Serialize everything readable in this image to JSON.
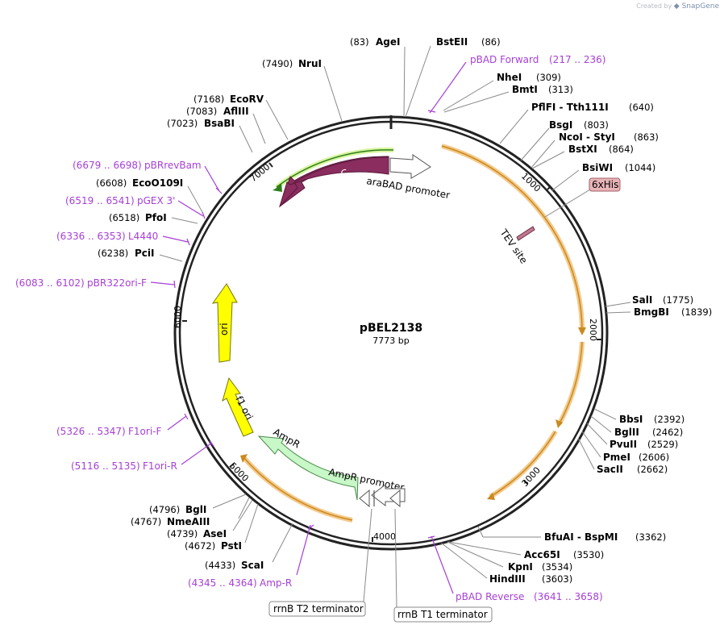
{
  "brand": {
    "created_by": "Created by",
    "product": "SnapGene"
  },
  "plasmid": {
    "name": "pBEL2138",
    "length": "7773 bp"
  },
  "ring_ticks": [
    "1000",
    "2000",
    "3000",
    "4000",
    "5000",
    "6000",
    "7000"
  ],
  "sites": [
    {
      "name": "AgeI",
      "pos": "(83)"
    },
    {
      "name": "BstEII",
      "pos": "(86)"
    },
    {
      "name": "NheI",
      "pos": "(309)"
    },
    {
      "name": "BmtI",
      "pos": "(313)"
    },
    {
      "name": "PflFI",
      "name2": "Tth111I",
      "pos": "(640)"
    },
    {
      "name": "BsgI",
      "pos": "(803)"
    },
    {
      "name": "NcoI",
      "name2": "StyI",
      "pos": "(863)"
    },
    {
      "name": "BstXI",
      "pos": "(864)"
    },
    {
      "name": "BsiWI",
      "pos": "(1044)"
    },
    {
      "name": "SalI",
      "pos": "(1775)"
    },
    {
      "name": "BmgBI",
      "pos": "(1839)"
    },
    {
      "name": "BbsI",
      "pos": "(2392)"
    },
    {
      "name": "BglII",
      "pos": "(2462)"
    },
    {
      "name": "PvuII",
      "pos": "(2529)"
    },
    {
      "name": "PmeI",
      "pos": "(2606)"
    },
    {
      "name": "SacII",
      "pos": "(2662)"
    },
    {
      "name": "BfuAI",
      "name2": "BspMI",
      "pos": "(3362)"
    },
    {
      "name": "Acc65I",
      "pos": "(3530)"
    },
    {
      "name": "KpnI",
      "pos": "(3534)"
    },
    {
      "name": "HindIII",
      "pos": "(3603)"
    },
    {
      "name": "ScaI",
      "pos": "(4433)"
    },
    {
      "name": "PstI",
      "pos": "(4672)"
    },
    {
      "name": "AseI",
      "pos": "(4739)"
    },
    {
      "name": "NmeAIII",
      "pos": "(4767)"
    },
    {
      "name": "BglI",
      "pos": "(4796)"
    },
    {
      "name": "PciI",
      "pos": "(6238)"
    },
    {
      "name": "PfoI",
      "pos": "(6518)"
    },
    {
      "name": "EcoO109I",
      "pos": "(6608)"
    },
    {
      "name": "BsaBI",
      "pos": "(7023)"
    },
    {
      "name": "AflIII",
      "pos": "(7083)"
    },
    {
      "name": "EcoRV",
      "pos": "(7168)"
    },
    {
      "name": "NruI",
      "pos": "(7490)"
    }
  ],
  "primers": [
    {
      "name": "pBAD Forward",
      "pos": "(217 .. 236)"
    },
    {
      "name": "pBAD Reverse",
      "pos": "(3641 .. 3658)"
    },
    {
      "name": "Amp-R",
      "pos": "(4345 .. 4364)"
    },
    {
      "name": "F1ori-R",
      "pos": "(5116 .. 5135)"
    },
    {
      "name": "F1ori-F",
      "pos": "(5326 .. 5347)"
    },
    {
      "name": "pBR322ori-F",
      "pos": "(6083 .. 6102)"
    },
    {
      "name": "L4440",
      "pos": "(6336 .. 6353)"
    },
    {
      "name": "pGEX 3'",
      "pos": "(6519 .. 6541)"
    },
    {
      "name": "pBRrevBam",
      "pos": "(6679 .. 6698)"
    }
  ],
  "features": {
    "araC": "araC",
    "araBAD_promoter": "araBAD promoter",
    "ampR": "AmpR",
    "ampR_promoter": "AmpR promoter",
    "f1_ori": "f1 ori",
    "ori": "ori",
    "tev_site": "TEV site",
    "his_tag": "6xHis",
    "rrnB_T1": "rrnB T1 terminator",
    "rrnB_T2": "rrnB T2 terminator"
  },
  "colors": {
    "primer": "#a63fd6",
    "orf_highlight": "#f5c98a",
    "orf_line": "#c88a1f",
    "araC": "#8b2d5f",
    "ampR": "#c8f7c8",
    "ori": "#ffff00",
    "his_tag": "#e8b4b8"
  }
}
